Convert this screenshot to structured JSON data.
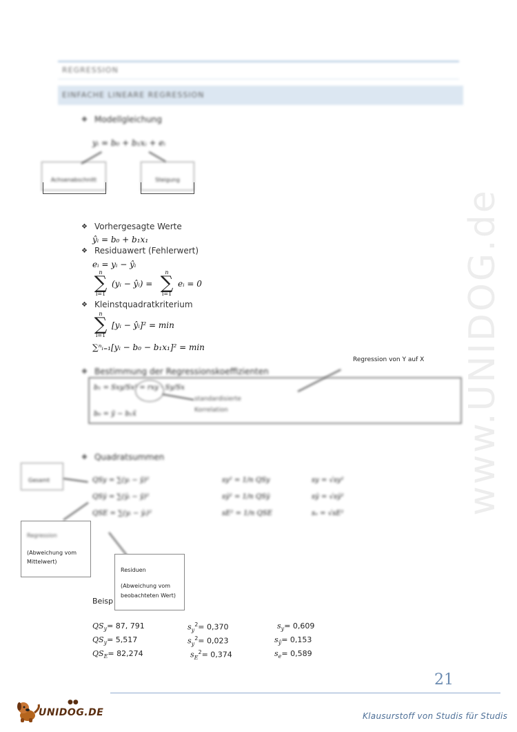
{
  "header": {
    "title": "REGRESSION",
    "subtitle": "EINFACHE LINEARE REGRESSION"
  },
  "model": {
    "bullet": "Modellgleichung",
    "equation": "yᵢ = b₀ + b₁xᵢ + eᵢ",
    "label_intercept": "Achsenabschnitt",
    "label_slope": "Steigung"
  },
  "predicted": {
    "label": "Vorhergesagte Werte",
    "formula": "ŷᵢ = b₀ + b₁x₁"
  },
  "residual": {
    "label": "Residuawert (Fehlerwert)",
    "formula1": "eᵢ = yᵢ − ŷᵢ",
    "sum_top": "n",
    "sum_bottom": "i=1",
    "formula2_left": "(yᵢ − ŷᵢ) =",
    "formula2_right": "eᵢ = 0"
  },
  "least_squares": {
    "label": "Kleinstquadratkriterium",
    "sum_top": "n",
    "sum_bottom": "i=1",
    "formula1": "[yᵢ − ŷᵢ]² = min",
    "formula2": "∑ⁿᵢ₌₁[yᵢ − b₀ − b₁x₁]² = min"
  },
  "coefficients": {
    "bullet": "Bestimmung der Regressionskoeffizienten",
    "annotation": "Regression von Y auf X",
    "eq1": "b₁ = Sxy/Sx² = rxy · Sy/Sx",
    "eq2": "b₀ = ȳ − b₁x̄",
    "label_corr": "standardisierte Korrelation"
  },
  "sums": {
    "bullet": "Quadratsummen",
    "total_label": "Gesamt",
    "regression_label": "Regression",
    "regression_note": "(Abweichung vom Mittelwert)",
    "residual_label": "Residuen",
    "residual_note": "(Abweichung vom beobachteten Wert)",
    "rows": [
      {
        "qs": "QSy = ∑(yᵢ − ȳ)²",
        "var": "sy² = 1/n QSy",
        "sd": "sy = √sy²"
      },
      {
        "qs": "QSŷ = ∑(ŷᵢ − ȳ)²",
        "var": "sŷ² = 1/n QSŷ",
        "sd": "sŷ = √sŷ²"
      },
      {
        "qs": "QSE = ∑(yᵢ − ŷᵢ)²",
        "var": "sE² = 1/n QSE",
        "sd": "sₑ = √sE²"
      }
    ]
  },
  "example": {
    "label": "Beispiel",
    "rows": [
      {
        "qs_symbol": "QS",
        "qs_sub": "y",
        "qs_value": "= 87, 791",
        "var_symbol": "s",
        "var_sub": "y",
        "var_value": "= 0,370",
        "sd_symbol": "s",
        "sd_sub": "y",
        "sd_value": "= 0,609"
      },
      {
        "qs_symbol": "QS",
        "qs_sub": "y",
        "qs_value": "= 5,517",
        "var_symbol": "s",
        "var_sub": "y",
        "var_value": "= 0,023",
        "sd_symbol": "s",
        "sd_sub": "ŷ",
        "sd_value": "= 0,153"
      },
      {
        "qs_symbol": "QS",
        "qs_sub": "E",
        "qs_value": "= 82,274",
        "var_symbol": "s",
        "var_sub": "E",
        "var_value": "= 0,374",
        "sd_symbol": "s",
        "sd_sub": "e",
        "sd_value": "= 0,589"
      }
    ]
  },
  "watermark": "www.UNIDOG.de",
  "page_number": "21",
  "footer": {
    "logo_text": "UNIDOG.DE",
    "tagline": "Klausurstoff von Studis für Studis"
  },
  "colors": {
    "accent": "#6a8ab0",
    "header_band": "#dce7f2",
    "footer_text": "#4d6f97"
  }
}
